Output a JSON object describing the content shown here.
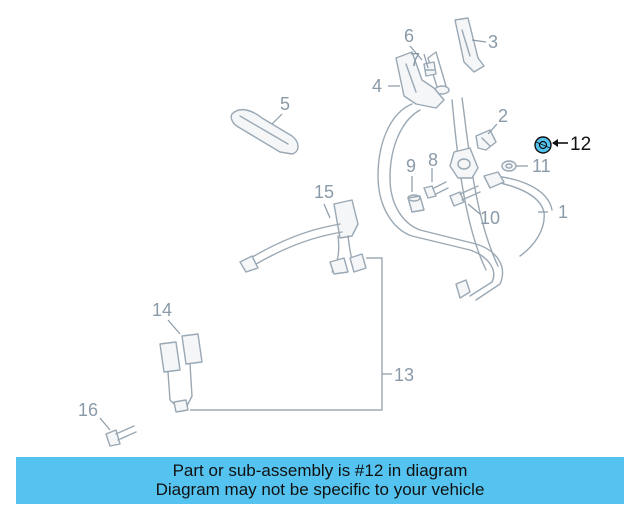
{
  "diagram": {
    "callouts": [
      "1",
      "2",
      "3",
      "4",
      "5",
      "6",
      "7",
      "8",
      "9",
      "10",
      "11",
      "12",
      "13",
      "14",
      "15",
      "16"
    ],
    "highlighted_part": "12",
    "highlight_color": "#54c3f0",
    "line_color": "#9aa8b4"
  },
  "banner": {
    "line1": "Part or sub-assembly is #12 in diagram",
    "line2": "Diagram may not be specific to your vehicle",
    "background": "#54c3f0"
  }
}
